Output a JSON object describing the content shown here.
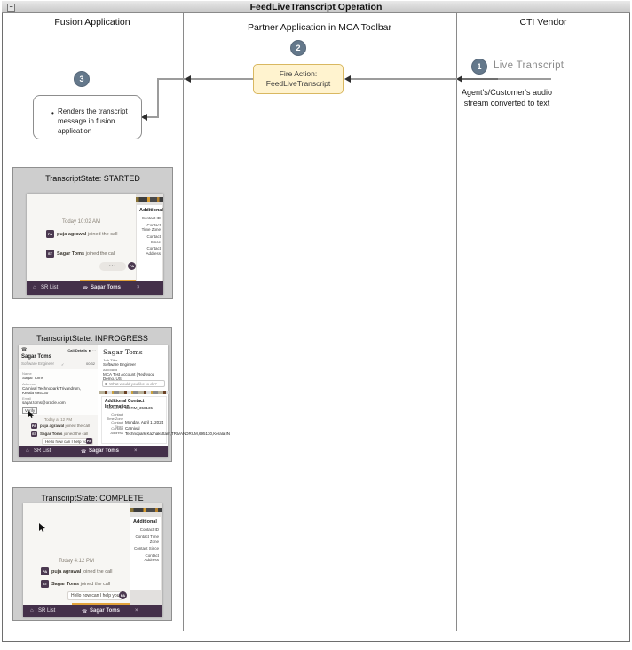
{
  "window": {
    "title": "FeedLiveTranscript Operation",
    "collapse_glyph": "−"
  },
  "lanes": [
    {
      "label": "Fusion Application"
    },
    {
      "label": "Partner Application in MCA Toolbar"
    },
    {
      "label": "CTI Vendor"
    }
  ],
  "flow": {
    "step1": {
      "number": "1",
      "label": "Live Transcript",
      "note_line1": "Agent's/Customer's audio",
      "note_line2": "stream converted to text"
    },
    "step2": {
      "number": "2",
      "box_line1": "Fire Action:",
      "box_line2": "FeedLiveTranscript"
    },
    "step3": {
      "number": "3",
      "bullet_glyph": "•",
      "bullet_text": "Renders the transcript message in fusion application"
    }
  },
  "colors": {
    "action_box_fill": "#fff3cf",
    "action_box_border": "#d9b861",
    "step_circle": "#64788b",
    "toolbar_purple": "#44304a",
    "chat_bg": "#f7f6f3",
    "highlight_orange": "#e2a33b"
  },
  "icons": {
    "home": "⌂",
    "phone": "☎",
    "close": "×",
    "more": "⋯",
    "timer": "●",
    "check": "✓",
    "typing": "•••"
  },
  "thumbnails": [
    {
      "header": "TranscriptState: STARTED",
      "chat": {
        "date": "Today 10:02 AM",
        "events": [
          {
            "avatar": "PA",
            "name": "puja agrawal",
            "text": "joined the call"
          },
          {
            "avatar": "ST",
            "name": "Sagar Toms",
            "text": "joined the call"
          }
        ],
        "typing_dots": "•••",
        "typing_avatar": "PA"
      },
      "side_panel": {
        "title": "Additional",
        "fields": [
          "Contact ID",
          "Contact Time Zone",
          "Contact Since",
          "Contact Address"
        ]
      },
      "toolbar": {
        "left": "SR List",
        "center": "Sagar Toms",
        "close": "×"
      }
    },
    {
      "header": "TranscriptState: INPROGRESS",
      "call_details": {
        "title": "Call Details",
        "timer": "00:32",
        "name": "Sagar Toms",
        "job_title": "Software Engineer",
        "fields": [
          {
            "label": "Name",
            "value": "Sagar Toms"
          },
          {
            "label": "Address",
            "value": "Carnival Technopark Trivandrum, Kerala 695130"
          },
          {
            "label": "Email",
            "value": "sagar.toms@oracle.com"
          }
        ],
        "verify_button": "Verify"
      },
      "chat": {
        "date": "Today at 12 PM",
        "events": [
          {
            "avatar": "PA",
            "name": "puja agrawal",
            "text": "joined the call"
          },
          {
            "avatar": "ST",
            "name": "Sagar Toms",
            "text": "joined the call"
          }
        ],
        "message": "Hello how can I help yo...",
        "message_avatar": "PA"
      },
      "contact_panel": {
        "name": "Sagar Toms",
        "job_title_label": "Job Title",
        "job_title": "Software Engineer",
        "account_label": "Account",
        "account": "MCA Test Account (Redwood Demo, US)",
        "search_placeholder": "What would you like to do?",
        "section_title": "Additional Contact Information",
        "rows": [
          {
            "label": "Contact ID",
            "value": "CDRM_358135"
          },
          {
            "label": "Contact Time Zone",
            "value": ""
          },
          {
            "label": "Contact Since",
            "value": "Monday, April 1, 2024"
          },
          {
            "label": "Contact Address",
            "value": "Carnival Technopark,Kazhakuttam,TRIVANDRUM,695130,Kerala,IN"
          }
        ]
      },
      "toolbar": {
        "left": "SR List",
        "center": "Sagar Toms",
        "close": "×"
      }
    },
    {
      "header": "TranscriptState: COMPLETE",
      "chat": {
        "date": "Today 4:12 PM",
        "events": [
          {
            "avatar": "PA",
            "name": "puja agrawal",
            "text": "joined the call"
          },
          {
            "avatar": "ST",
            "name": "Sagar Toms",
            "text": "joined the call"
          }
        ],
        "message": "Hello how can I help you",
        "message_avatar": "PA"
      },
      "side_panel": {
        "title": "Additional",
        "fields": [
          "Contact ID",
          "Contact Time Zone",
          "Contact Since",
          "Contact Address"
        ]
      },
      "toolbar": {
        "left": "SR List",
        "center": "Sagar Toms",
        "close": "×"
      }
    }
  ]
}
